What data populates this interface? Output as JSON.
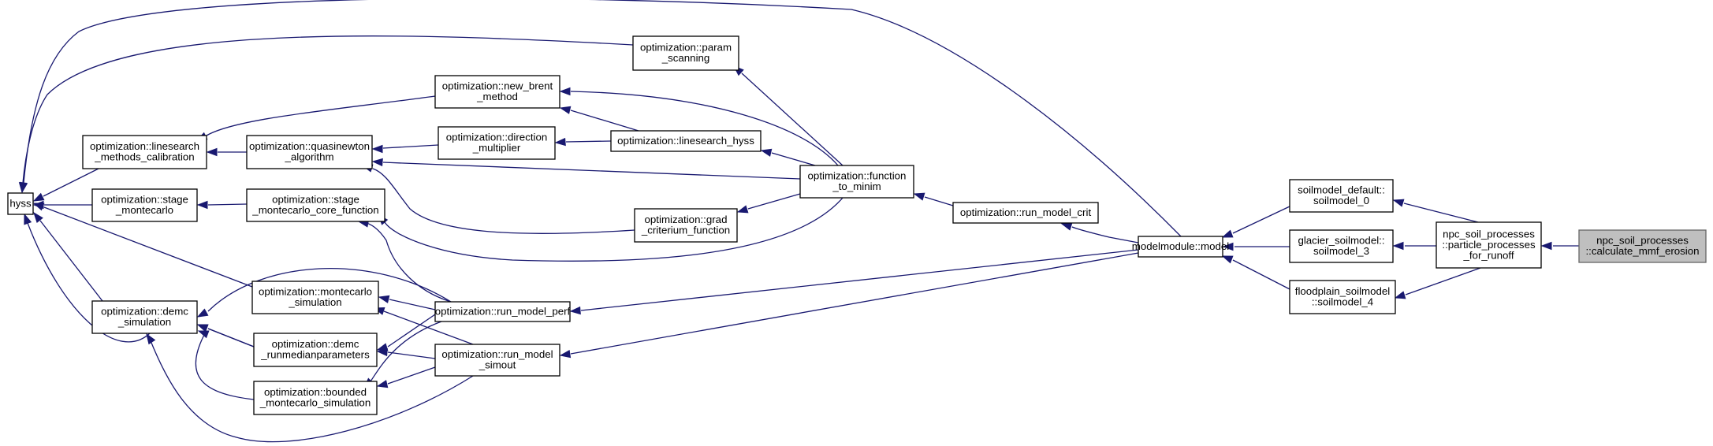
{
  "graph": {
    "title": "",
    "edge_color": "#191970",
    "current_node_fill": "#bfbfbf",
    "nodes": [
      {
        "id": "hyss",
        "lines": [
          "hyss"
        ]
      },
      {
        "id": "linesearch_methods_calibration",
        "lines": [
          "optimization::linesearch",
          "_methods_calibration"
        ]
      },
      {
        "id": "stage_montecarlo",
        "lines": [
          "optimization::stage",
          "_montecarlo"
        ]
      },
      {
        "id": "demc_simulation",
        "lines": [
          "optimization::demc",
          "_simulation"
        ]
      },
      {
        "id": "new_brent_method",
        "lines": [
          "optimization::new_brent",
          "_method"
        ]
      },
      {
        "id": "quasinewton_algorithm",
        "lines": [
          "optimization::quasinewton",
          "_algorithm"
        ]
      },
      {
        "id": "stage_montecarlo_core_function",
        "lines": [
          "optimization::stage",
          "_montecarlo_core_function"
        ]
      },
      {
        "id": "montecarlo_simulation",
        "lines": [
          "optimization::montecarlo",
          "_simulation"
        ]
      },
      {
        "id": "demc_runmedianparameters",
        "lines": [
          "optimization::demc",
          "_runmedianparameters"
        ]
      },
      {
        "id": "bounded_montecarlo_simulation",
        "lines": [
          "optimization::bounded",
          "_montecarlo_simulation"
        ]
      },
      {
        "id": "direction_multiplier",
        "lines": [
          "optimization::direction",
          "_multiplier"
        ]
      },
      {
        "id": "run_model_perf",
        "lines": [
          "optimization::run_model_perf"
        ]
      },
      {
        "id": "run_model_simout",
        "lines": [
          "optimization::run_model",
          "_simout"
        ]
      },
      {
        "id": "param_scanning",
        "lines": [
          "optimization::param",
          "_scanning"
        ]
      },
      {
        "id": "linesearch_hyss",
        "lines": [
          "optimization::linesearch_hyss"
        ]
      },
      {
        "id": "grad_criterium_function",
        "lines": [
          "optimization::grad",
          "_criterium_function"
        ]
      },
      {
        "id": "function_to_minim",
        "lines": [
          "optimization::function",
          "_to_minim"
        ]
      },
      {
        "id": "run_model_crit",
        "lines": [
          "optimization::run_model_crit"
        ]
      },
      {
        "id": "modelmodule_model",
        "lines": [
          "modelmodule::model"
        ]
      },
      {
        "id": "soilmodel_0",
        "lines": [
          "soilmodel_default::",
          "soilmodel_0"
        ]
      },
      {
        "id": "soilmodel_3",
        "lines": [
          "glacier_soilmodel::",
          "soilmodel_3"
        ]
      },
      {
        "id": "soilmodel_4",
        "lines": [
          "floodplain_soilmodel",
          "::soilmodel_4"
        ]
      },
      {
        "id": "particle_processes_for_runoff",
        "lines": [
          "npc_soil_processes",
          "::particle_processes",
          "_for_runoff"
        ]
      },
      {
        "id": "calculate_mmf_erosion",
        "lines": [
          "npc_soil_processes",
          "::calculate_mmf_erosion"
        ],
        "current": true
      }
    ]
  }
}
